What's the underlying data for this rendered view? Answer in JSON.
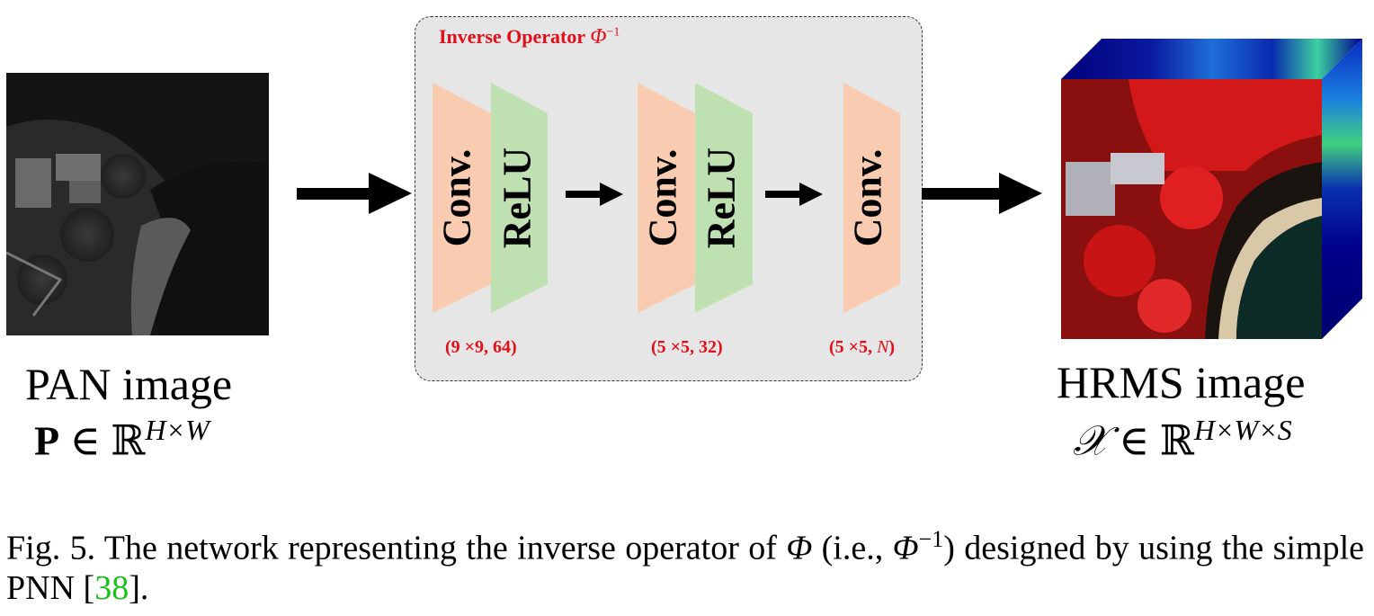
{
  "left_image": {
    "label": "PAN image",
    "math_symbol": "P",
    "math_rest": " ∈ ℝ",
    "math_sup": "H×W"
  },
  "operator": {
    "title": "Inverse Operator ",
    "title_symbol": "Φ",
    "title_sup": "−1",
    "blocks": [
      {
        "conv": "Conv.",
        "relu": "ReLU",
        "param_open": "(9 ×9, 64)"
      },
      {
        "conv": "Conv.",
        "relu": "ReLU",
        "param_open": "(5 ×5, 32)"
      },
      {
        "conv": "Conv.",
        "param_prefix": "(5 ×5, ",
        "param_var": "N",
        "param_suffix": ")"
      }
    ]
  },
  "right_image": {
    "label": "HRMS image",
    "math_symbol": "𝒳",
    "math_rest": " ∈ ℝ",
    "math_sup": "H×W×S"
  },
  "caption": {
    "prefix": "Fig. 5.   The network representing the inverse operator of ",
    "phi": "Φ",
    "middle": " (i.e., ",
    "phi2": "Φ",
    "sup": "−1",
    "middle2": ") designed by using the simple PNN [",
    "ref": "38",
    "suffix": "]."
  },
  "colors": {
    "conv": "#f9cbb0",
    "relu": "#bfe0b0",
    "accent_red": "#e0101a",
    "ref_green": "#17c217"
  }
}
